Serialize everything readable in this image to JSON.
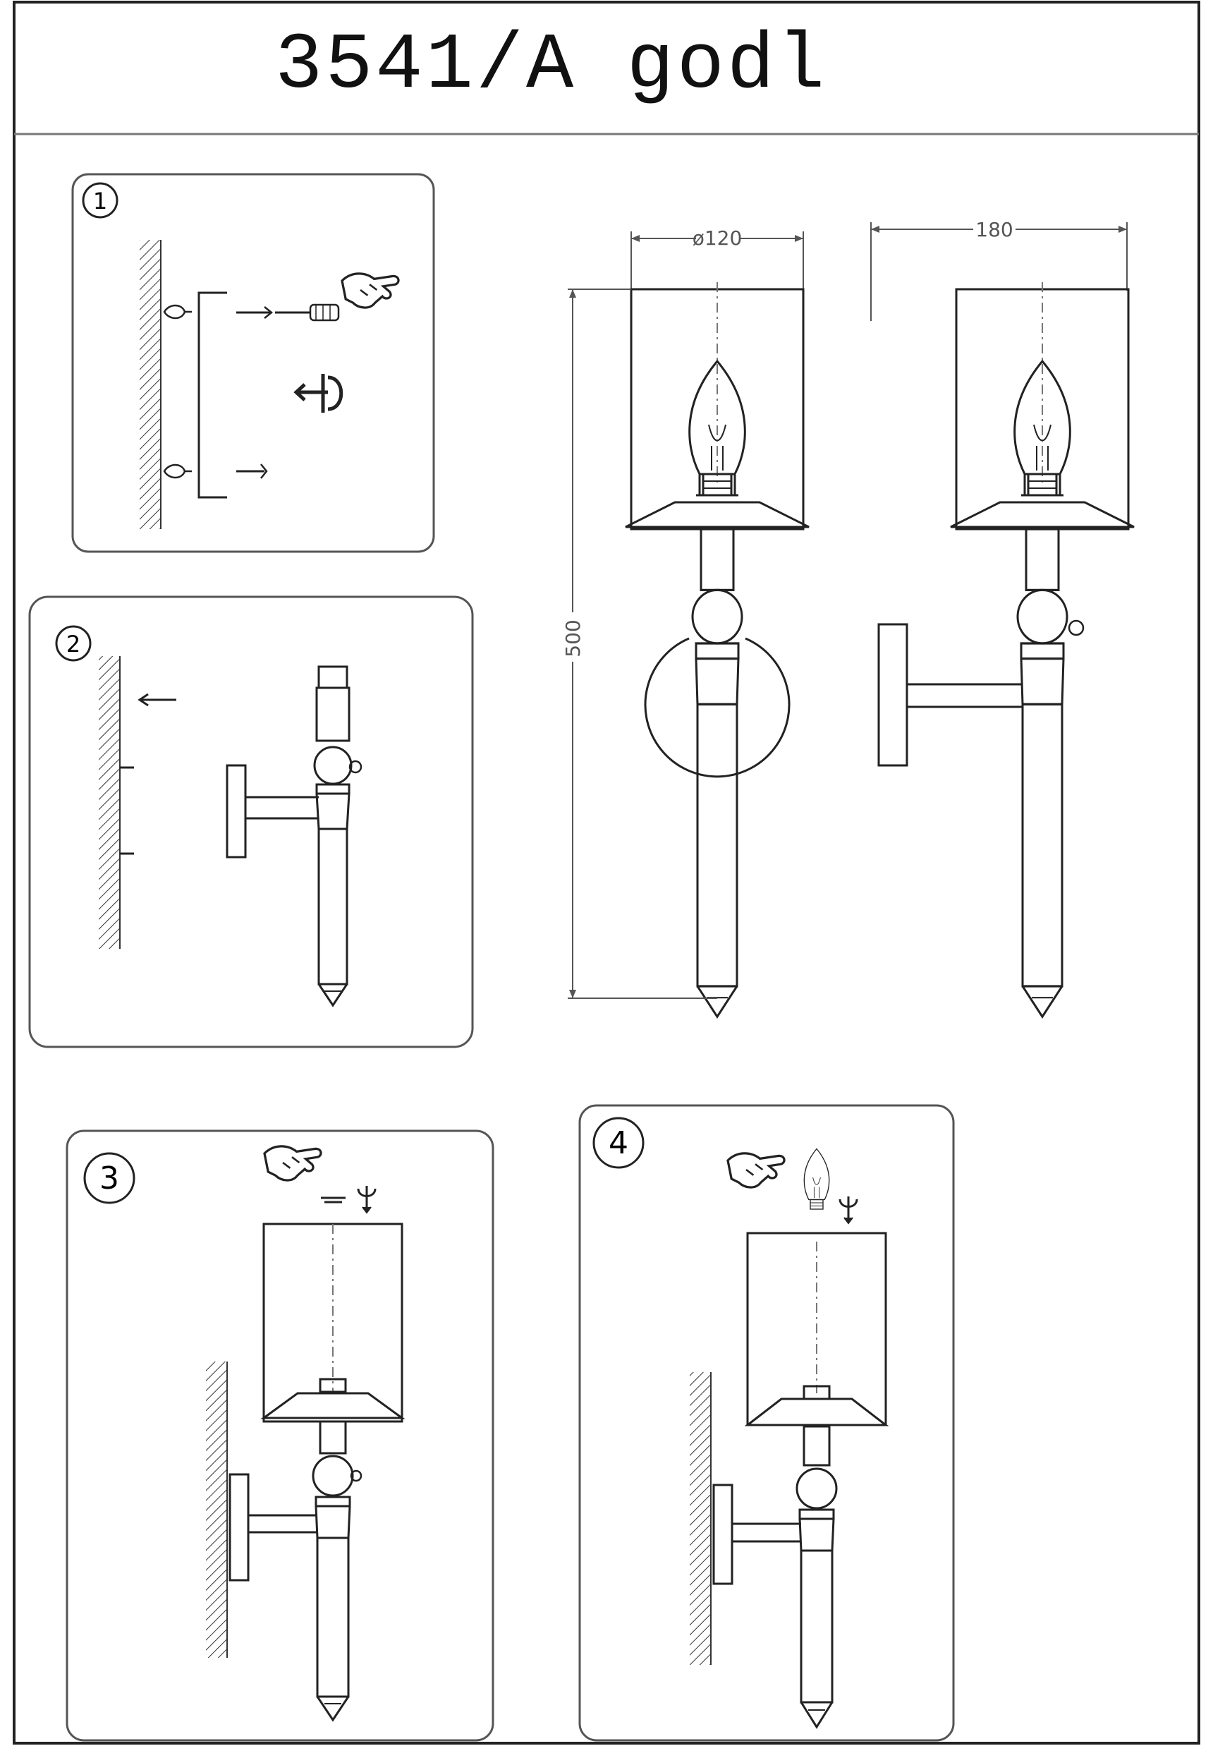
{
  "header": {
    "title": "3541/A godl"
  },
  "steps": [
    {
      "number": "1"
    },
    {
      "number": "2"
    },
    {
      "number": "3"
    },
    {
      "number": "4"
    }
  ],
  "dimensions": {
    "shade_diameter": "ø120",
    "projection": "180",
    "height": "500"
  },
  "icons": {
    "step1": [
      "wall-hatch-icon",
      "wall-plug-icon",
      "screwdriver-hand-icon",
      "wire-arrow-icon"
    ],
    "step3": [
      "hand-icon",
      "nut-icon"
    ],
    "step4": [
      "hand-icon",
      "bulb-icon",
      "nut-icon"
    ]
  }
}
